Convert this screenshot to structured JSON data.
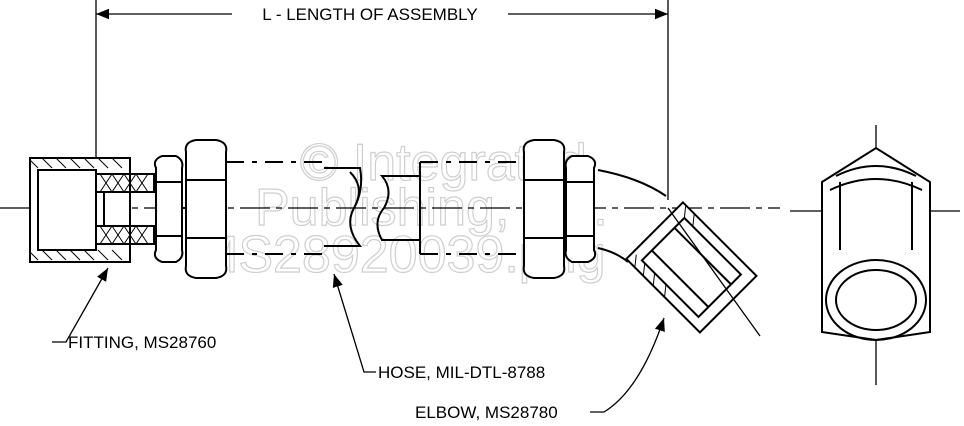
{
  "dimension": {
    "label": "L - LENGTH OF ASSEMBLY"
  },
  "callouts": {
    "fitting": "FITTING, MS28760",
    "hose": "HOSE, MIL-DTL-8788",
    "elbow": "ELBOW, MS28780"
  },
  "watermark": {
    "line1": "© Integrated",
    "line2": "Publishing, Inc.",
    "line3": "MS28920039.png"
  }
}
